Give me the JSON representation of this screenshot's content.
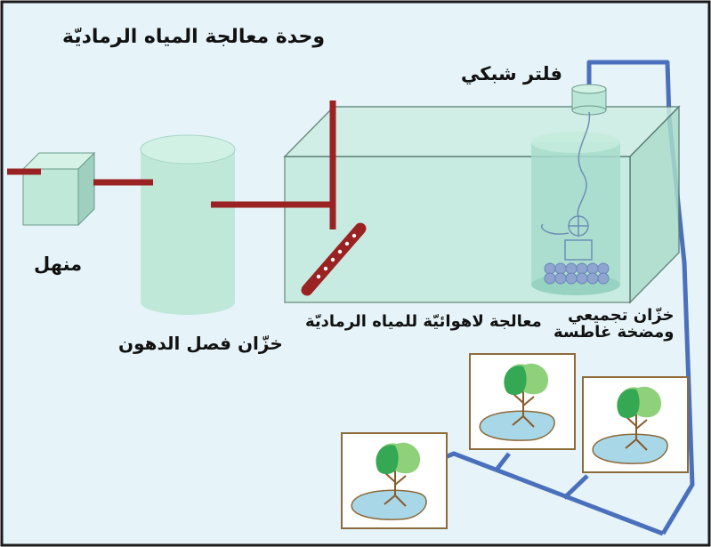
{
  "diagram": {
    "title": "وحدة معالجة المياه الرماديّة",
    "labels": {
      "manhole": "منهل",
      "grease_tank": "خزّان فصل الدهون",
      "anaerobic": "معالجة لاهوائيّة للمياه الرماديّة",
      "mesh_filter": "فلتر شبكي",
      "collection_tank_line1": "خزّان تجميعي",
      "collection_tank_line2": "ومضخة غاطسة"
    }
  },
  "colors": {
    "background": "#e6f4f9",
    "frame": "#1a1a1a",
    "pipe_red": "#9b2222",
    "pipe_blue": "#4a6fbc",
    "tank_fill": "#bfe8d9",
    "tank_edge": "#5a7d72",
    "tree_frame": "#8c6a3a",
    "water": "#a8d8e8",
    "leaf_dark": "#34a853",
    "leaf_light": "#8fd07a",
    "trunk": "#8a5a2b"
  },
  "icons": {
    "plants": "tree-icon"
  }
}
